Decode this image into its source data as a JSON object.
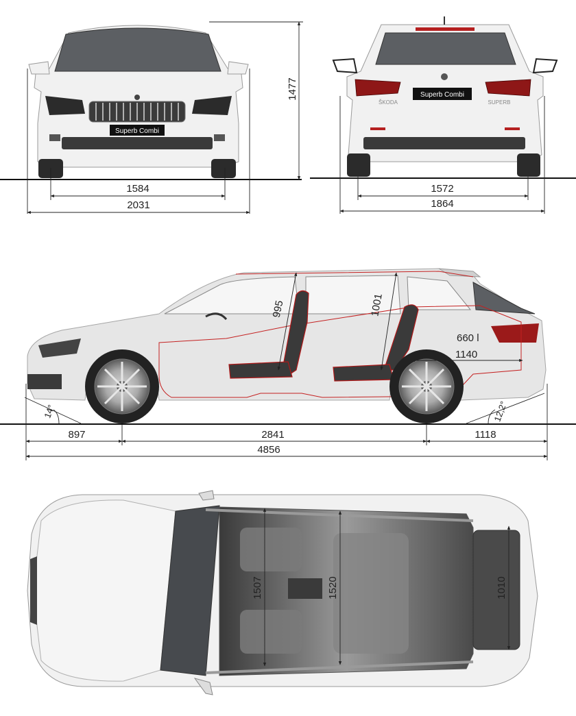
{
  "front_view": {
    "plate": "Superb Combi",
    "track_front": "1584",
    "width_mirrors": "2031",
    "height": "1477"
  },
  "rear_view": {
    "plate": "Superb Combi",
    "badge_left": "ŠKODA",
    "badge_right": "SUPERB",
    "track_rear": "1572",
    "width": "1864"
  },
  "side_view": {
    "headroom_front": "995",
    "headroom_rear": "1001",
    "boot_volume": "660 l",
    "boot_length": "1140",
    "approach_angle": "14°",
    "departure_angle": "12,2°",
    "front_overhang": "897",
    "wheelbase": "2841",
    "rear_overhang": "1118",
    "length": "4856"
  },
  "top_view": {
    "shoulder_front": "1507",
    "shoulder_rear": "1520",
    "boot_width": "1010"
  },
  "colors": {
    "dimension_lines": "#222222",
    "interior_outline": "#c42020",
    "body": "#f1f1f1",
    "glass": "#5c5f63"
  }
}
